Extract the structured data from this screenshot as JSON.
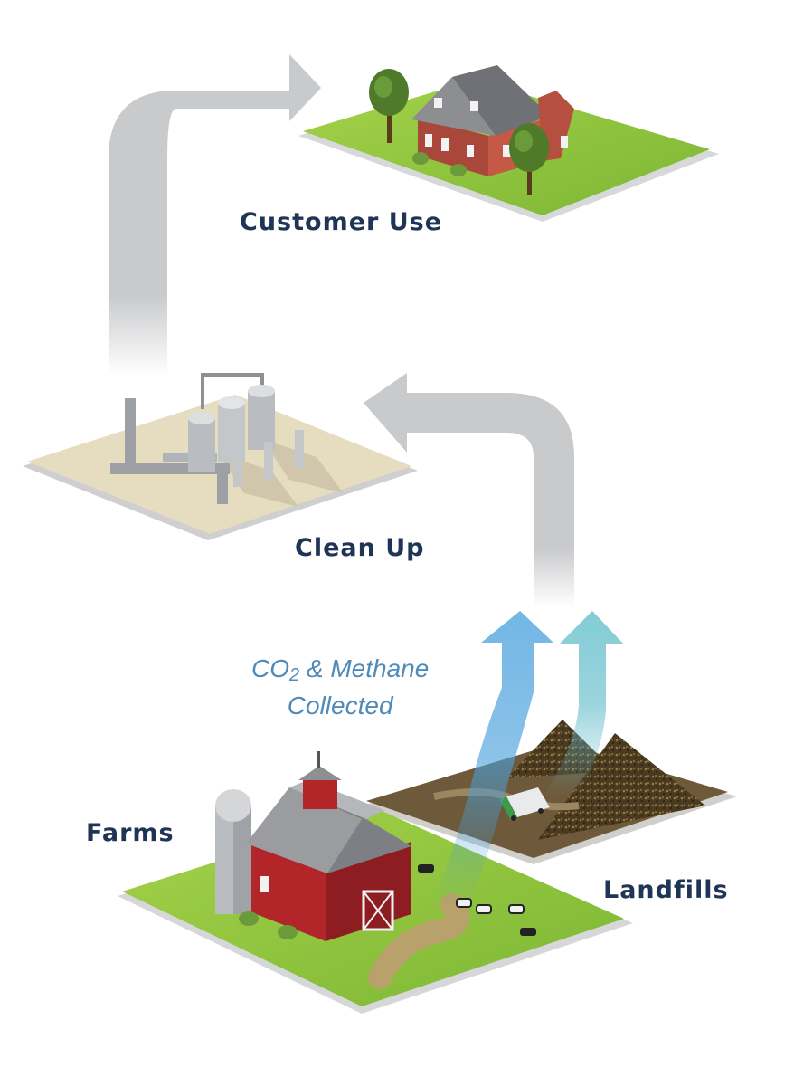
{
  "labels": {
    "customer_use": "Customer Use",
    "clean_up": "Clean Up",
    "farms": "Farms",
    "landfills": "Landfills"
  },
  "gas_label": {
    "line1_prefix": "CO",
    "line1_subscript": "2",
    "line1_suffix": " & Methane",
    "line2": "Collected"
  },
  "colors": {
    "label_text": "#1f3556",
    "gas_text": "#4f8bb8",
    "flow_arrow": "#c9cacc",
    "gas_arrow_blue": "#4aa0dc",
    "gas_arrow_teal": "#63bccb",
    "grass": "#8dc63f",
    "sand": "#e6dcc0",
    "barn_red": "#b2262a"
  },
  "icons": [
    "house-icon",
    "tree-icon",
    "processing-plant-icon",
    "barn-icon",
    "silo-icon",
    "cow-icon",
    "landfill-mound-icon",
    "garbage-truck-icon"
  ]
}
